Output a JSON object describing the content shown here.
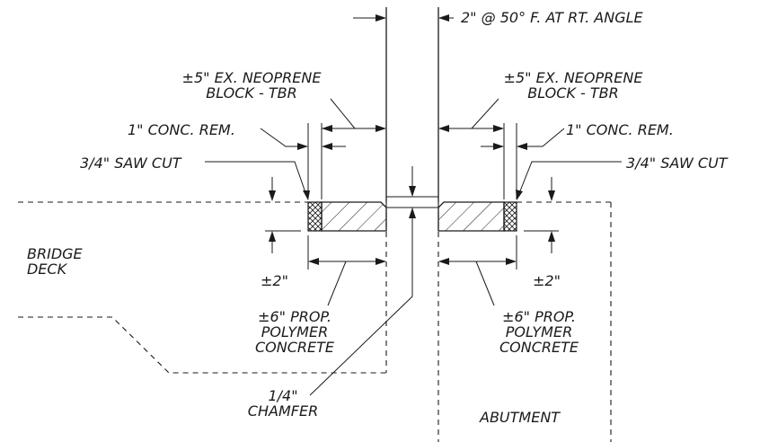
{
  "labels": {
    "gap_note": "2\" @ 50° F. AT RT. ANGLE",
    "neoprene_left_1": "±5\" EX. NEOPRENE",
    "neoprene_left_2": "BLOCK - TBR",
    "neoprene_right_1": "±5\" EX. NEOPRENE",
    "neoprene_right_2": "BLOCK - TBR",
    "conc_rem_left": "1\" CONC. REM.",
    "conc_rem_right": "1\" CONC. REM.",
    "saw_cut_left": "3/4\" SAW CUT",
    "saw_cut_right": "3/4\" SAW CUT",
    "bridge_deck_1": "BRIDGE",
    "bridge_deck_2": "DECK",
    "depth_left": "±2\"",
    "depth_right": "±2\"",
    "polymer_left_1": "±6\" PROP.",
    "polymer_left_2": "POLYMER",
    "polymer_left_3": "CONCRETE",
    "polymer_right_1": "±6\" PROP.",
    "polymer_right_2": "POLYMER",
    "polymer_right_3": "CONCRETE",
    "chamfer_1": "1/4\"",
    "chamfer_2": "CHAMFER",
    "abutment": "ABUTMENT"
  }
}
